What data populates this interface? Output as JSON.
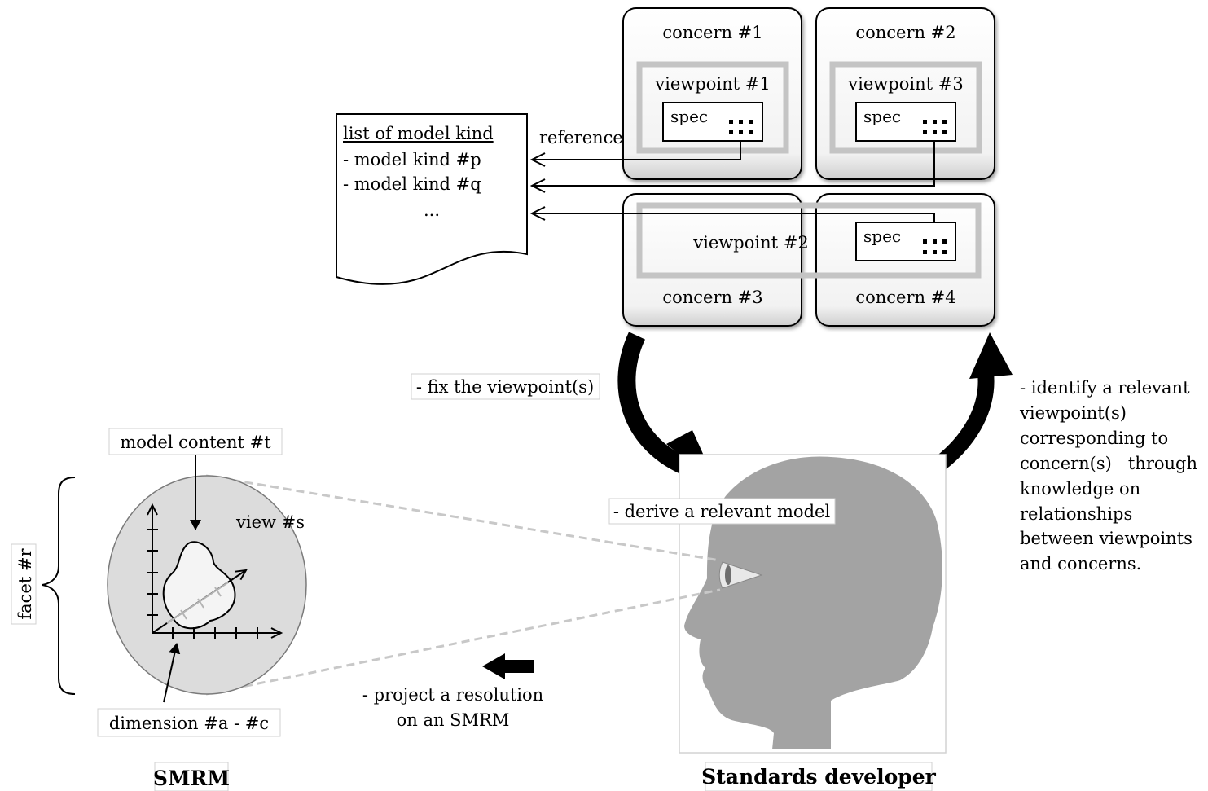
{
  "concerns": {
    "c1": "concern #1",
    "c2": "concern #2",
    "c3": "concern #3",
    "c4": "concern #4"
  },
  "viewpoints": {
    "v1": "viewpoint #1",
    "v2": "viewpoint #2",
    "v3": "viewpoint #3"
  },
  "spec_label": "spec",
  "reference_label": "reference",
  "model_list": {
    "title": "list of model kind",
    "item1": "- model kind #p",
    "item2": "- model kind #q",
    "ellipsis": "..."
  },
  "steps": {
    "fix": "- fix the viewpoint(s)",
    "derive": "- derive a relevant model",
    "project_line1": "- project a resolution",
    "project_line2": "on an SMRM",
    "identify_lines": [
      "- identify a relevant",
      "viewpoint(s)",
      "corresponding to",
      "concern(s)   through",
      "knowledge on",
      "relationships",
      "between viewpoints",
      "and concerns."
    ]
  },
  "smrm": {
    "model_content": "model content #t",
    "view": "view #s",
    "facet": "facet #r",
    "dimension": "dimension #a - #c",
    "title": "SMRM"
  },
  "developer_title": "Standards developer"
}
